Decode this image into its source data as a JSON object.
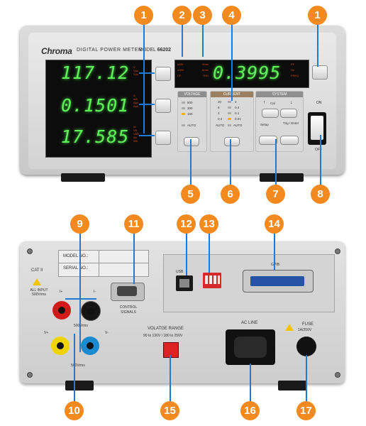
{
  "front": {
    "brand": "Chroma",
    "title": "DIGITAL POWER METER",
    "model_label": "MODEL",
    "model_number": "66202",
    "displays": {
      "row1": "117.12",
      "row2": "0.1501",
      "row3": "17.585",
      "right": "0.3995"
    },
    "left_indicators_1": [
      "V",
      "Vpk",
      "Vpk"
    ],
    "left_indicators_2": [
      "A",
      "mA",
      "Apk",
      "Apk"
    ],
    "left_indicators_3": [
      "W",
      "VA",
      "VAR",
      "Ah",
      "Wh"
    ],
    "mid_indicators": [
      "kWh",
      "Vrms",
      "mWh",
      "Arms",
      "CF",
      "THD"
    ],
    "right_indicators": [
      "PF",
      "Hz",
      "FREQ"
    ],
    "groups": {
      "voltage": {
        "title": "VOLTAGE",
        "ranges": [
          "500",
          "300",
          "150",
          "AUTO"
        ]
      },
      "current": {
        "title": "CURRENT",
        "ranges_left": [
          "20",
          "8",
          "2",
          "0.2",
          "AUTO"
        ],
        "ranges_right": [
          "2",
          "0.4",
          "0.1",
          "0.01",
          "AUTO"
        ]
      },
      "system": {
        "title": "SYSTEM",
        "cal": "Cal",
        "setup": "Setup",
        "trig": "Trig / Enter"
      }
    },
    "power_switch": {
      "on": "ON",
      "off": "OFF"
    }
  },
  "back": {
    "model_no": "MODEL NO.:",
    "serial_no": "SERIAL NO.:",
    "cat": "CAT II",
    "all_input": "ALL INPUT 500Vrms",
    "jack_labels": {
      "top_left": "I+",
      "top_right": "I-",
      "bottom_left": "V+",
      "bottom_right": "V-"
    },
    "jack_note_top": "500Vrms",
    "jack_note_bottom": "500Vrms",
    "control_signals": "CONTROL SIGNALS",
    "usb": "USB",
    "gpib": "GPIB",
    "voltage_range_title": "VOLATGE RANGE",
    "voltage_range_values": "90 to 130V / 180 to 250V",
    "ac_line": "AC LINE",
    "fuse": "FUSE",
    "fuse_rating": "1A/250V"
  },
  "callouts": [
    "1",
    "2",
    "3",
    "4",
    "1",
    "5",
    "6",
    "7",
    "8",
    "9",
    "10",
    "11",
    "12",
    "13",
    "14",
    "15",
    "16",
    "17"
  ],
  "colors": {
    "badge": "#f38a1f",
    "leader": "#1e7bd3",
    "segment": "#62f05c"
  }
}
